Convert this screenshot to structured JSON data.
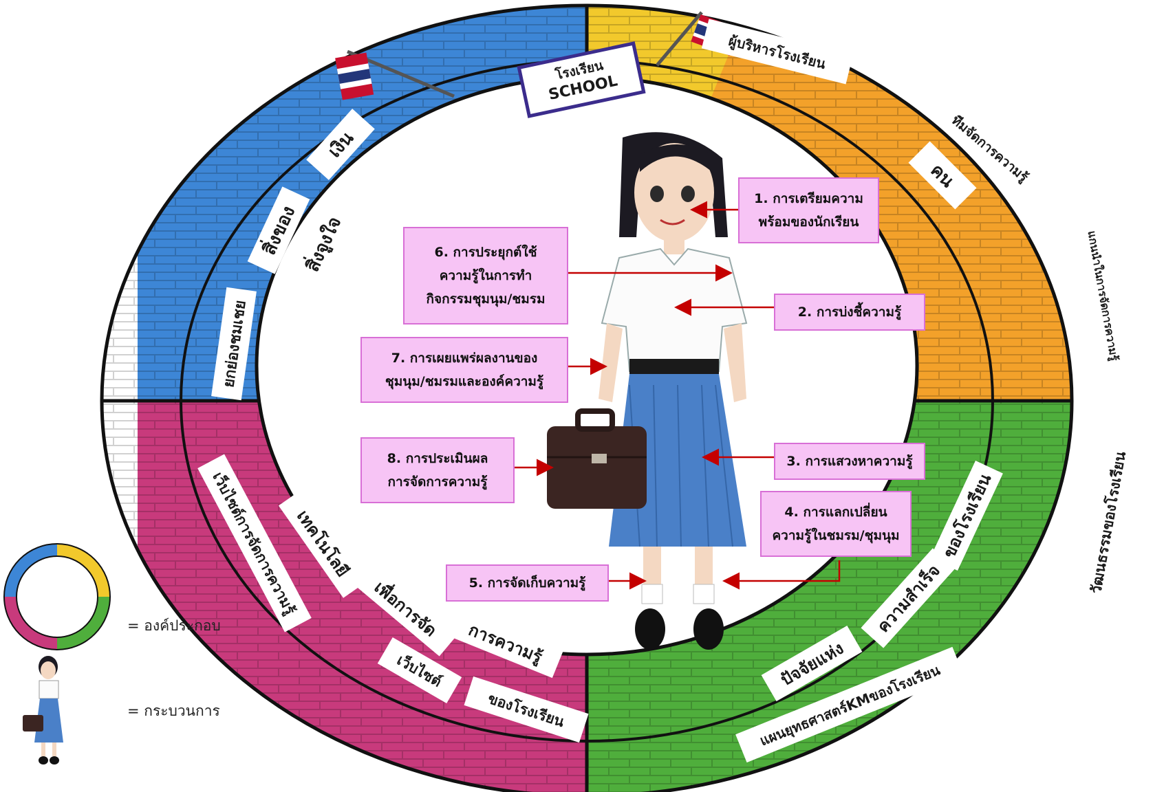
{
  "colors": {
    "blue": "#3d86d6",
    "yellow": "#f2c92c",
    "orange": "#f39a2a",
    "green": "#4fae3c",
    "magenta": "#c83a7c",
    "callout_bg": "#f7c4f5",
    "callout_border": "#d86fd6",
    "arrow": "#c40000"
  },
  "school_sign": {
    "line1": "โรงเรียน",
    "line2": "SCHOOL"
  },
  "components": {
    "blue_outer": [
      "ยกย่องชมเชย",
      "สิ่งของ",
      "เงิน"
    ],
    "blue_inner": [
      "สิ่งจูงใจ"
    ],
    "yellow_outer": [
      "ผู้บริหารโรงเรียน",
      "ทีมจัดการความรู้",
      "แกนนำในการจัดการความรู้"
    ],
    "orange_inner": [
      "คน"
    ],
    "green_outer": [
      "วัฒนธรรมของโรงเรียน",
      "แผนยุทธศาสตร์KMของโรงเรียน"
    ],
    "green_inner": [
      "ปัจจัยแห่ง",
      "ความสำเร็จ",
      "ของโรงเรียน"
    ],
    "magenta_outer": [
      "เว็บไซต์การจัดการความรู้",
      "เว็บไซต์",
      "ของโรงเรียน"
    ],
    "magenta_inner": [
      "เทคโนโลยี",
      "เพื่อการจัด",
      "การความรู้"
    ]
  },
  "process_steps": [
    {
      "lines": [
        "1. การเตรียมความ",
        "พร้อมของนักเรียน"
      ]
    },
    {
      "lines": [
        "2. การบ่งชี้ความรู้"
      ]
    },
    {
      "lines": [
        "3. การแสวงหาความรู้"
      ]
    },
    {
      "lines": [
        "4. การแลกเปลี่ยน",
        "ความรู้ในชมรม/ชุมนุม"
      ]
    },
    {
      "lines": [
        "5. การจัดเก็บความรู้"
      ]
    },
    {
      "lines": [
        "6. การประยุกต์ใช้",
        "ความรู้ในการทำ",
        "กิจกรรมชุมนุม/ชมรม"
      ]
    },
    {
      "lines": [
        "7. การเผยแพร่ผลงานของ",
        "ชุมนุม/ชมรมและองค์ความรู้"
      ]
    },
    {
      "lines": [
        "8. การประเมินผล",
        "การจัดการความรู้"
      ]
    }
  ],
  "legend": {
    "component": "= องค์ประกอบ",
    "process": "= กระบวนการ"
  }
}
